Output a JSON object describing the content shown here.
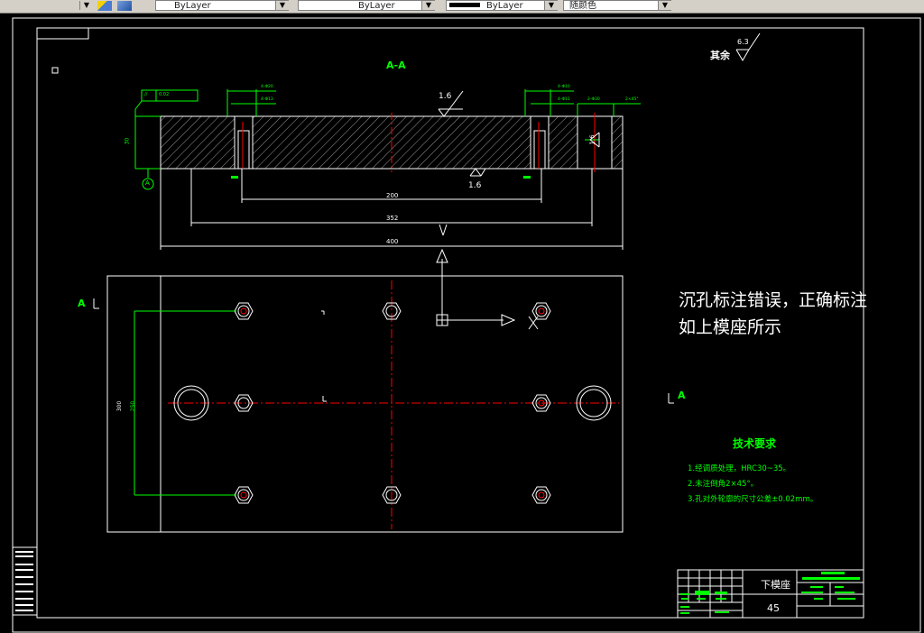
{
  "toolbar": {
    "layer1": "ByLayer",
    "layer2": "ByLayer",
    "layer3": "ByLayer",
    "color": "随颜色"
  },
  "drawing": {
    "section_label": "A-A",
    "roughness_other_label": "其余",
    "roughness_other_value": "6.3",
    "roughness_top": "1.6",
    "roughness_bottom": "1.6",
    "side_roughness": "1.6",
    "dim_200": "200",
    "dim_352": "352",
    "dim_400": "400",
    "dim_height": "30",
    "datum_a": "A",
    "section_mark_left": "A",
    "section_mark_right": "A",
    "plan_dim_left": "300",
    "plan_dim_inner": "250",
    "tol_frame": "0.02",
    "tol_symbol": "//",
    "hole_callout_left_1": "4-Φ20",
    "hole_callout_left_2": "4-Φ13",
    "hole_callout_right_1": "4-Φ10",
    "hole_callout_right_2": "4-Φ11",
    "hole_callout_right_3": "2-Φ30",
    "chamfer_callout": "2×45°"
  },
  "annotation": {
    "line1": "沉孔标注错误，正确标注",
    "line2": "如上模座所示"
  },
  "tech_requirements": {
    "title": "技术要求",
    "items": [
      "1.经调质处理，HRC30~35。",
      "2.未注倒角2×45°。",
      "3.孔对外轮廓的尺寸公差±0.02mm。"
    ]
  },
  "title_block": {
    "part_name": "下模座",
    "material": "45"
  },
  "colors": {
    "background": "#000000",
    "line_white": "#ffffff",
    "dimension_green": "#00ff00",
    "center_red": "#ff0000"
  }
}
